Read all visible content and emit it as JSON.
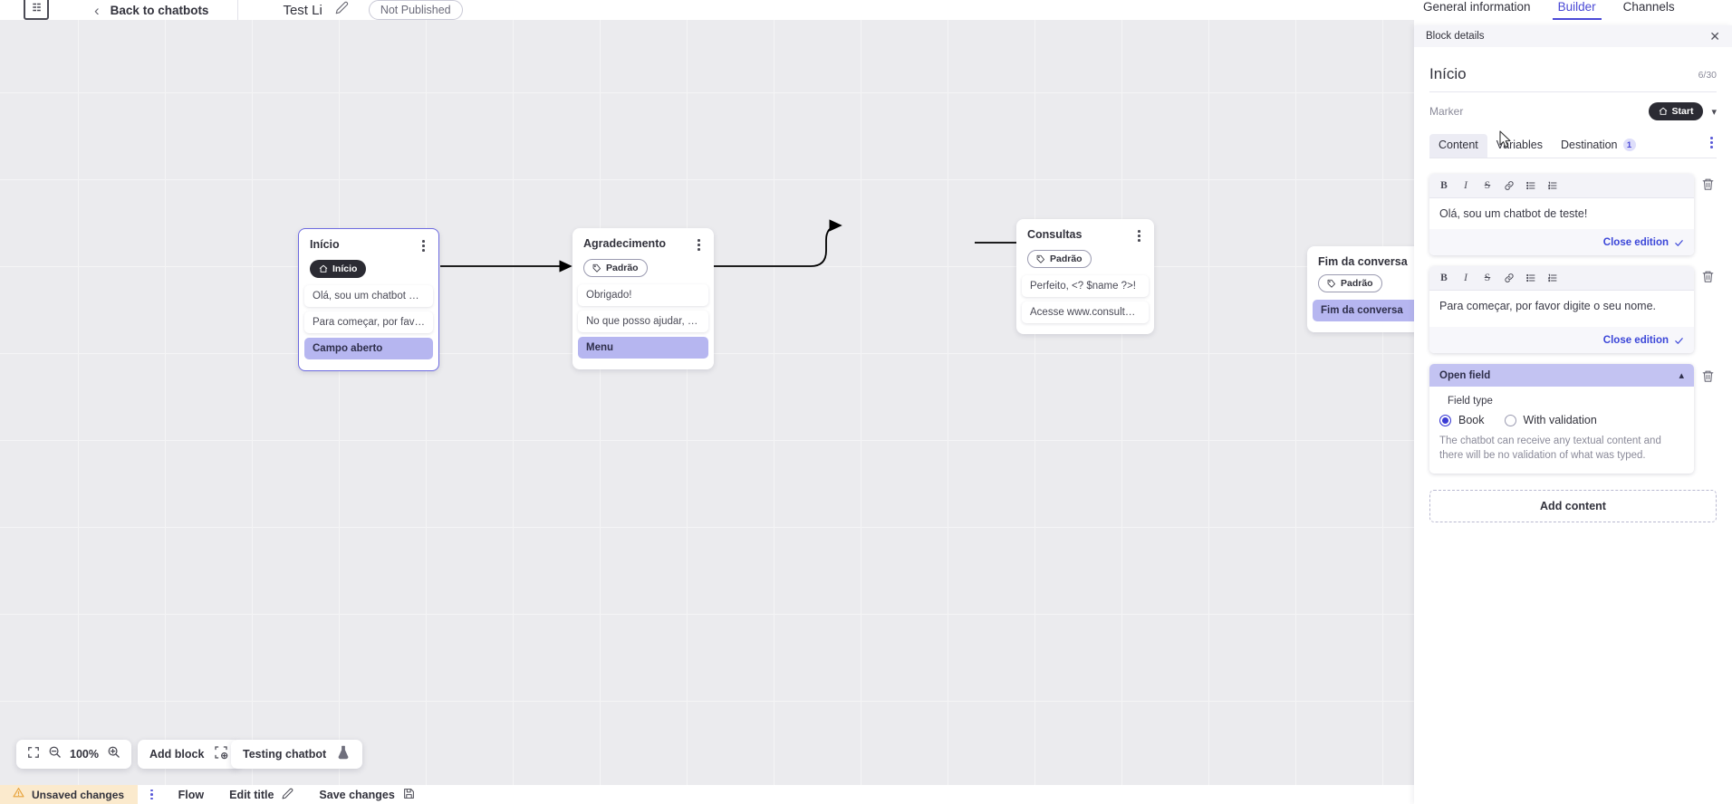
{
  "topbar": {
    "logo": "logo-icon",
    "back_label": "Back to chatbots",
    "bot_title": "Test Li",
    "publish_status": "Not Published"
  },
  "topnav": {
    "items": [
      {
        "label": "General information",
        "active": false
      },
      {
        "label": "Builder",
        "active": true
      },
      {
        "label": "Channels",
        "active": false
      }
    ]
  },
  "canvas": {
    "zoom_level": "100%",
    "add_block_label": "Add block",
    "testing_label": "Testing chatbot",
    "nodes": [
      {
        "title": "Início",
        "tag": "Início",
        "tag_type": "start",
        "rows": [
          {
            "text": "Olá, sou um chatbot de teste!",
            "highlight": false
          },
          {
            "text": "Para começar, por favor digite o ...",
            "highlight": false
          },
          {
            "text": "Campo aberto",
            "highlight": true
          }
        ]
      },
      {
        "title": "Agradecimento",
        "tag": "Padrão",
        "tag_type": "default",
        "rows": [
          {
            "text": "Obrigado!",
            "highlight": false
          },
          {
            "text": "No que posso ajudar, <? $name ...",
            "highlight": false
          },
          {
            "text": "Menu",
            "highlight": true
          }
        ]
      },
      {
        "title": "Consultas",
        "tag": "Padrão",
        "tag_type": "default",
        "rows": [
          {
            "text": "Perfeito, <? $name ?>!",
            "highlight": false
          },
          {
            "text": "Acesse www.consultas.com par...",
            "highlight": false
          }
        ]
      },
      {
        "title": "Fim da conversa",
        "tag": "Padrão",
        "tag_type": "default",
        "rows": [
          {
            "text": "Fim da conversa",
            "highlight": true
          }
        ]
      }
    ]
  },
  "statusbar": {
    "unsaved_label": "Unsaved changes",
    "flow_label": "Flow",
    "edit_title_label": "Edit title",
    "save_label": "Save changes"
  },
  "panel": {
    "header_title": "Block details",
    "block_title": "Início",
    "char_count": "6/30",
    "marker_label": "Marker",
    "marker_value": "Start",
    "tabs": [
      {
        "label": "Content",
        "active": true,
        "badge": ""
      },
      {
        "label": "Variables",
        "active": false,
        "badge": ""
      },
      {
        "label": "Destination",
        "active": false,
        "badge": "1"
      }
    ],
    "rte_tools": [
      "B",
      "I",
      "S",
      "link",
      "bullet-list",
      "numbered-list"
    ],
    "content_blocks": [
      {
        "text": "Olá, sou um chatbot de teste!",
        "close_label": "Close edition"
      },
      {
        "text": "Para começar, por favor digite o seu nome.",
        "close_label": "Close edition"
      }
    ],
    "open_field": {
      "title": "Open field",
      "field_type_label": "Field type",
      "options": [
        {
          "label": "Book",
          "selected": true
        },
        {
          "label": "With validation",
          "selected": false
        }
      ],
      "description": "The chatbot can receive any textual content and there will be no validation of what was typed."
    },
    "add_content_label": "Add content"
  },
  "colors": {
    "accent": "#4a49d6",
    "highlight": "#b6b6f0",
    "warning_bg": "#fbeacd",
    "panel_header_bg": "#f5f5f9"
  }
}
